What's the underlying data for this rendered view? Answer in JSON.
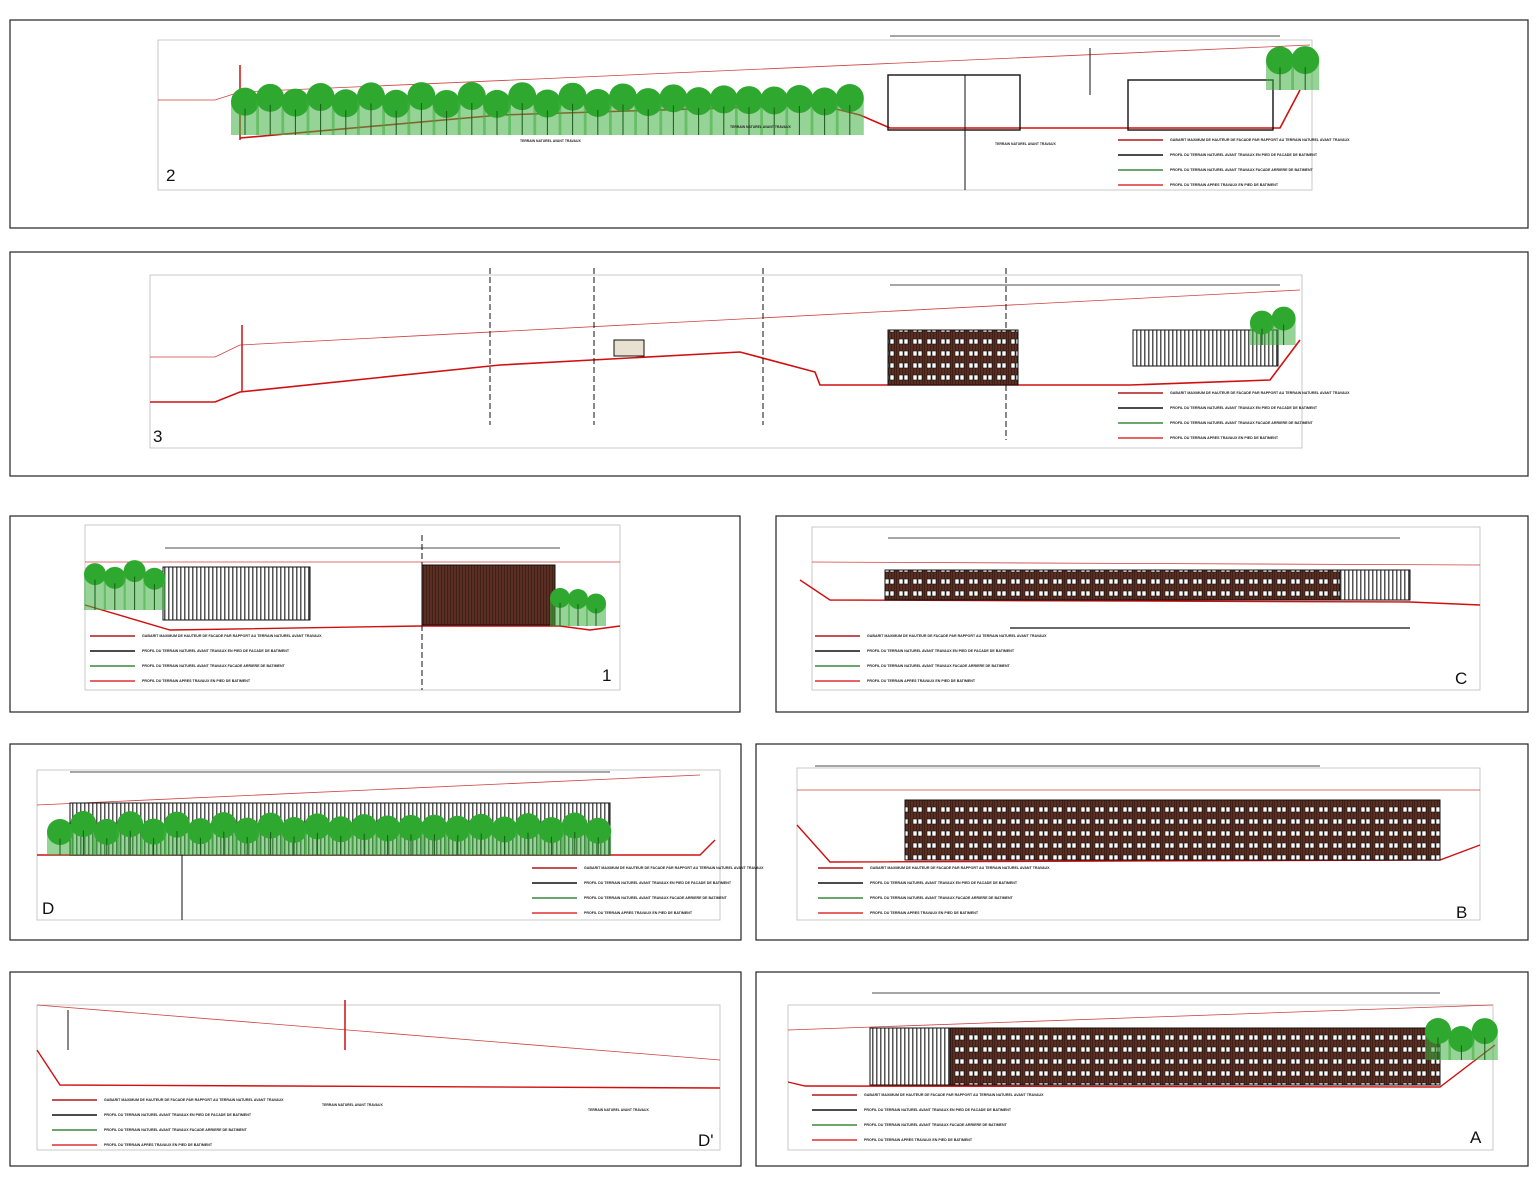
{
  "sheet": {
    "legend": [
      {
        "text": "GABARIT MAXIMUM DE HAUTEUR DE FACADE PAR RAPPORT AU TERRAIN NATUREL AVANT TRAVAUX",
        "color": "#b01818"
      },
      {
        "text": "PROFIL DU TERRAIN NATUREL AVANT TRAVAUX EN PIED DE FACADE DE BATIMENT",
        "color": "#111111"
      },
      {
        "text": "PROFIL DU TERRAIN NATUREL AVANT TRAVAUX FACADE ARRIERE DE BATIMENT",
        "color": "#3a8a3a"
      },
      {
        "text": "PROFIL DU TERRAIN APRES TRAVAUX EN PIED DE BATIMENT",
        "color": "#e03030"
      }
    ],
    "terrain_label": "TERRAIN NATUREL AVANT TRAVAUX",
    "panels": [
      {
        "id": "2",
        "label": "2"
      },
      {
        "id": "3",
        "label": "3"
      },
      {
        "id": "1",
        "label": "1"
      },
      {
        "id": "C",
        "label": "C"
      },
      {
        "id": "D",
        "label": "D"
      },
      {
        "id": "B",
        "label": "B"
      },
      {
        "id": "Dp",
        "label": "D'"
      },
      {
        "id": "A",
        "label": "A"
      }
    ]
  },
  "colors": {
    "gabarit": "#b01818",
    "after": "#e03030",
    "vegetation": "#2fa82f",
    "cladding": "#5a2e22"
  }
}
